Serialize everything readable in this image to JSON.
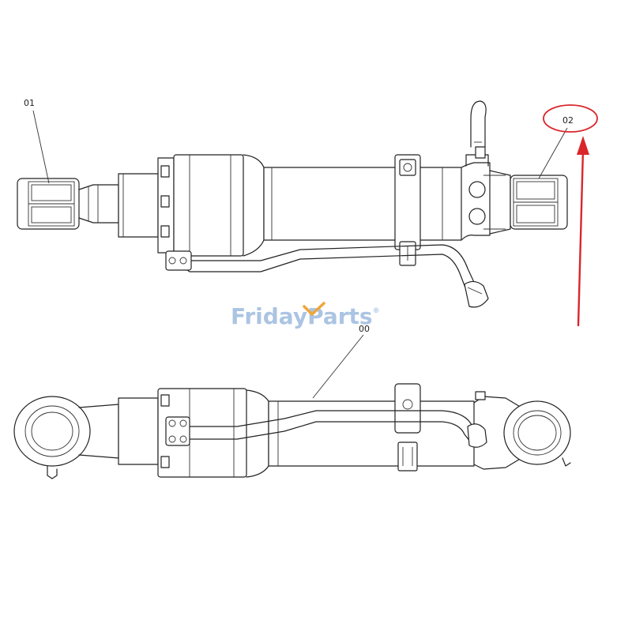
{
  "labels": {
    "part_01": "01",
    "part_02": "02",
    "part_00": "00"
  },
  "watermark": {
    "word1": "Friday",
    "word2": "Parts",
    "mark": "®"
  },
  "colors": {
    "line": "#222222",
    "callout_red": "#d9262b",
    "watermark_blue": "#8fb0d9",
    "watermark_orange": "#f0a53a",
    "background": "#ffffff"
  }
}
